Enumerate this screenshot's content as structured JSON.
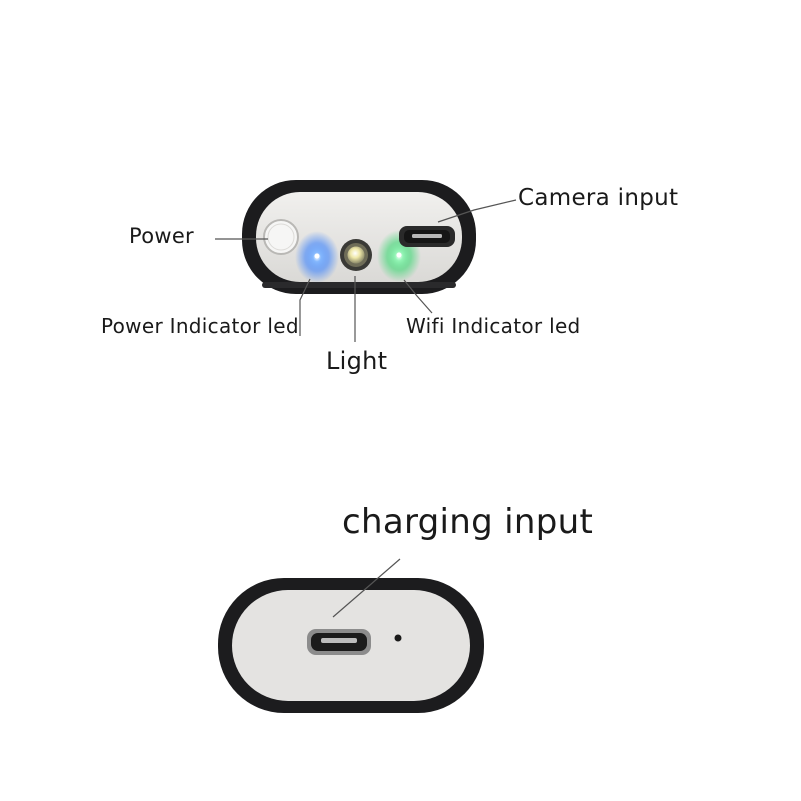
{
  "labels": {
    "power": "Power",
    "camera_input": "Camera input",
    "power_indicator_led": "Power Indicator led",
    "wifi_indicator_led": "Wifi Indicator led",
    "light": "Light",
    "charging_input": "charging input"
  },
  "colors": {
    "case_outline": "#1c1c1e",
    "face_plate": "#e6e5e3",
    "power_led": "#2f7bff",
    "wifi_led": "#2fd66a",
    "light_lens": "#e8e2a0",
    "leader_line": "#555555"
  },
  "icons": [
    "power-button-icon",
    "micro-usb-port-icon",
    "led-light-icon",
    "pinhole-icon"
  ]
}
